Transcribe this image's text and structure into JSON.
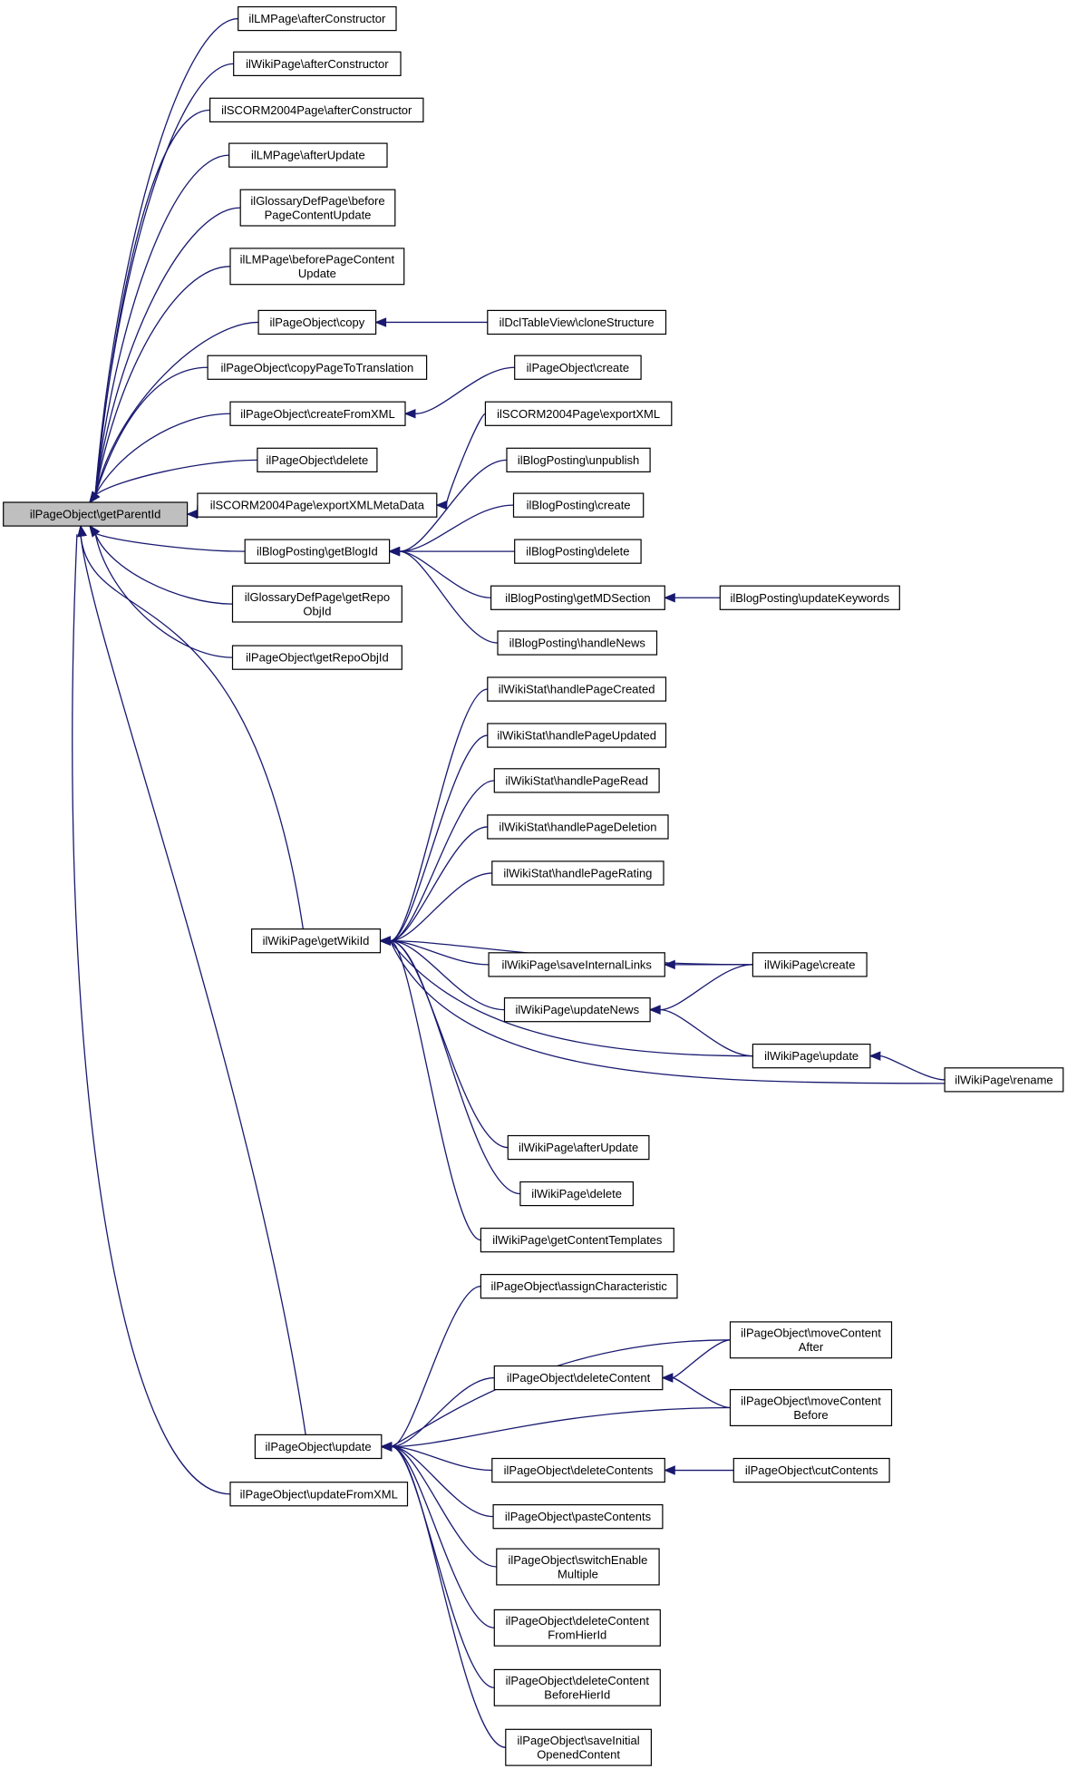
{
  "nodes": {
    "root": [
      "ilPageObject\\getParentId"
    ],
    "lm_afterConstructor": [
      "ilLMPage\\afterConstructor"
    ],
    "wiki_afterConstructor": [
      "ilWikiPage\\afterConstructor"
    ],
    "scorm_afterConstructor": [
      "ilSCORM2004Page\\afterConstructor"
    ],
    "lm_afterUpdate": [
      "ilLMPage\\afterUpdate"
    ],
    "gloss_beforeUpdate": [
      "ilGlossaryDefPage\\before",
      "PageContentUpdate"
    ],
    "lm_beforeUpdate": [
      "ilLMPage\\beforePageContent",
      "Update"
    ],
    "po_copy": [
      "ilPageObject\\copy"
    ],
    "dcl_clone": [
      "ilDclTableView\\cloneStructure"
    ],
    "po_copyTrans": [
      "ilPageObject\\copyPageToTranslation"
    ],
    "po_create": [
      "ilPageObject\\create"
    ],
    "po_createFromXML": [
      "ilPageObject\\createFromXML"
    ],
    "scorm_exportXML": [
      "ilSCORM2004Page\\exportXML"
    ],
    "po_delete": [
      "ilPageObject\\delete"
    ],
    "scorm_exportMeta": [
      "ilSCORM2004Page\\exportXMLMetaData"
    ],
    "blog_unpublish": [
      "ilBlogPosting\\unpublish"
    ],
    "blog_create": [
      "ilBlogPosting\\create"
    ],
    "blog_getBlogId": [
      "ilBlogPosting\\getBlogId"
    ],
    "blog_delete": [
      "ilBlogPosting\\delete"
    ],
    "blog_getMD": [
      "ilBlogPosting\\getMDSection"
    ],
    "blog_updateKw": [
      "ilBlogPosting\\updateKeywords"
    ],
    "gloss_getRepo": [
      "ilGlossaryDefPage\\getRepo",
      "ObjId"
    ],
    "blog_handleNews": [
      "ilBlogPosting\\handleNews"
    ],
    "po_getRepo": [
      "ilPageObject\\getRepoObjId"
    ],
    "ws_created": [
      "ilWikiStat\\handlePageCreated"
    ],
    "ws_updated": [
      "ilWikiStat\\handlePageUpdated"
    ],
    "ws_read": [
      "ilWikiStat\\handlePageRead"
    ],
    "ws_deletion": [
      "ilWikiStat\\handlePageDeletion"
    ],
    "ws_rating": [
      "ilWikiStat\\handlePageRating"
    ],
    "wiki_getWikiId": [
      "ilWikiPage\\getWikiId"
    ],
    "wiki_saveLinks": [
      "ilWikiPage\\saveInternalLinks"
    ],
    "wiki_create": [
      "ilWikiPage\\create"
    ],
    "wiki_updateNews": [
      "ilWikiPage\\updateNews"
    ],
    "wiki_update": [
      "ilWikiPage\\update"
    ],
    "wiki_rename": [
      "ilWikiPage\\rename"
    ],
    "wiki_afterUpdate": [
      "ilWikiPage\\afterUpdate"
    ],
    "wiki_delete": [
      "ilWikiPage\\delete"
    ],
    "wiki_templates": [
      "ilWikiPage\\getContentTemplates"
    ],
    "po_assign": [
      "ilPageObject\\assignCharacteristic"
    ],
    "po_moveAfter": [
      "ilPageObject\\moveContent",
      "After"
    ],
    "po_deleteContent": [
      "ilPageObject\\deleteContent"
    ],
    "po_moveBefore": [
      "ilPageObject\\moveContent",
      "Before"
    ],
    "po_update": [
      "ilPageObject\\update"
    ],
    "po_deleteContents": [
      "ilPageObject\\deleteContents"
    ],
    "po_cut": [
      "ilPageObject\\cutContents"
    ],
    "po_updateFromXML": [
      "ilPageObject\\updateFromXML"
    ],
    "po_paste": [
      "ilPageObject\\pasteContents"
    ],
    "po_switch": [
      "ilPageObject\\switchEnable",
      "Multiple"
    ],
    "po_delFromHier": [
      "ilPageObject\\deleteContent",
      "FromHierId"
    ],
    "po_delBeforeHier": [
      "ilPageObject\\deleteContent",
      "BeforeHierId"
    ],
    "po_saveInitial": [
      "ilPageObject\\saveInitial",
      "OpenedContent"
    ]
  },
  "edges": [
    [
      "root",
      "lm_afterConstructor"
    ],
    [
      "root",
      "wiki_afterConstructor"
    ],
    [
      "root",
      "scorm_afterConstructor"
    ],
    [
      "root",
      "lm_afterUpdate"
    ],
    [
      "root",
      "gloss_beforeUpdate"
    ],
    [
      "root",
      "lm_beforeUpdate"
    ],
    [
      "root",
      "po_copy"
    ],
    [
      "root",
      "po_copyTrans"
    ],
    [
      "root",
      "po_createFromXML"
    ],
    [
      "root",
      "po_delete"
    ],
    [
      "root",
      "scorm_exportMeta"
    ],
    [
      "root",
      "blog_getBlogId"
    ],
    [
      "root",
      "gloss_getRepo"
    ],
    [
      "root",
      "po_getRepo"
    ],
    [
      "root",
      "wiki_getWikiId"
    ],
    [
      "root",
      "po_update"
    ],
    [
      "root",
      "po_updateFromXML"
    ],
    [
      "po_copy",
      "dcl_clone"
    ],
    [
      "po_createFromXML",
      "po_create"
    ],
    [
      "scorm_exportMeta",
      "scorm_exportXML"
    ],
    [
      "blog_getBlogId",
      "blog_unpublish"
    ],
    [
      "blog_getBlogId",
      "blog_create"
    ],
    [
      "blog_getBlogId",
      "blog_delete"
    ],
    [
      "blog_getBlogId",
      "blog_getMD"
    ],
    [
      "blog_getBlogId",
      "blog_handleNews"
    ],
    [
      "blog_getMD",
      "blog_updateKw"
    ],
    [
      "wiki_getWikiId",
      "ws_created"
    ],
    [
      "wiki_getWikiId",
      "ws_updated"
    ],
    [
      "wiki_getWikiId",
      "ws_read"
    ],
    [
      "wiki_getWikiId",
      "ws_deletion"
    ],
    [
      "wiki_getWikiId",
      "ws_rating"
    ],
    [
      "wiki_getWikiId",
      "wiki_create"
    ],
    [
      "wiki_getWikiId",
      "wiki_saveLinks"
    ],
    [
      "wiki_getWikiId",
      "wiki_updateNews"
    ],
    [
      "wiki_getWikiId",
      "wiki_update"
    ],
    [
      "wiki_getWikiId",
      "wiki_rename"
    ],
    [
      "wiki_getWikiId",
      "wiki_afterUpdate"
    ],
    [
      "wiki_getWikiId",
      "wiki_delete"
    ],
    [
      "wiki_getWikiId",
      "wiki_templates"
    ],
    [
      "wiki_saveLinks",
      "wiki_create"
    ],
    [
      "wiki_updateNews",
      "wiki_create"
    ],
    [
      "wiki_updateNews",
      "wiki_update"
    ],
    [
      "wiki_update",
      "wiki_rename"
    ],
    [
      "po_update",
      "po_assign"
    ],
    [
      "po_update",
      "po_moveAfter"
    ],
    [
      "po_update",
      "po_deleteContent"
    ],
    [
      "po_update",
      "po_moveBefore"
    ],
    [
      "po_update",
      "po_deleteContents"
    ],
    [
      "po_update",
      "po_paste"
    ],
    [
      "po_update",
      "po_switch"
    ],
    [
      "po_update",
      "po_delFromHier"
    ],
    [
      "po_update",
      "po_delBeforeHier"
    ],
    [
      "po_update",
      "po_saveInitial"
    ],
    [
      "po_deleteContent",
      "po_moveAfter"
    ],
    [
      "po_deleteContent",
      "po_moveBefore"
    ],
    [
      "po_deleteContents",
      "po_cut"
    ]
  ]
}
